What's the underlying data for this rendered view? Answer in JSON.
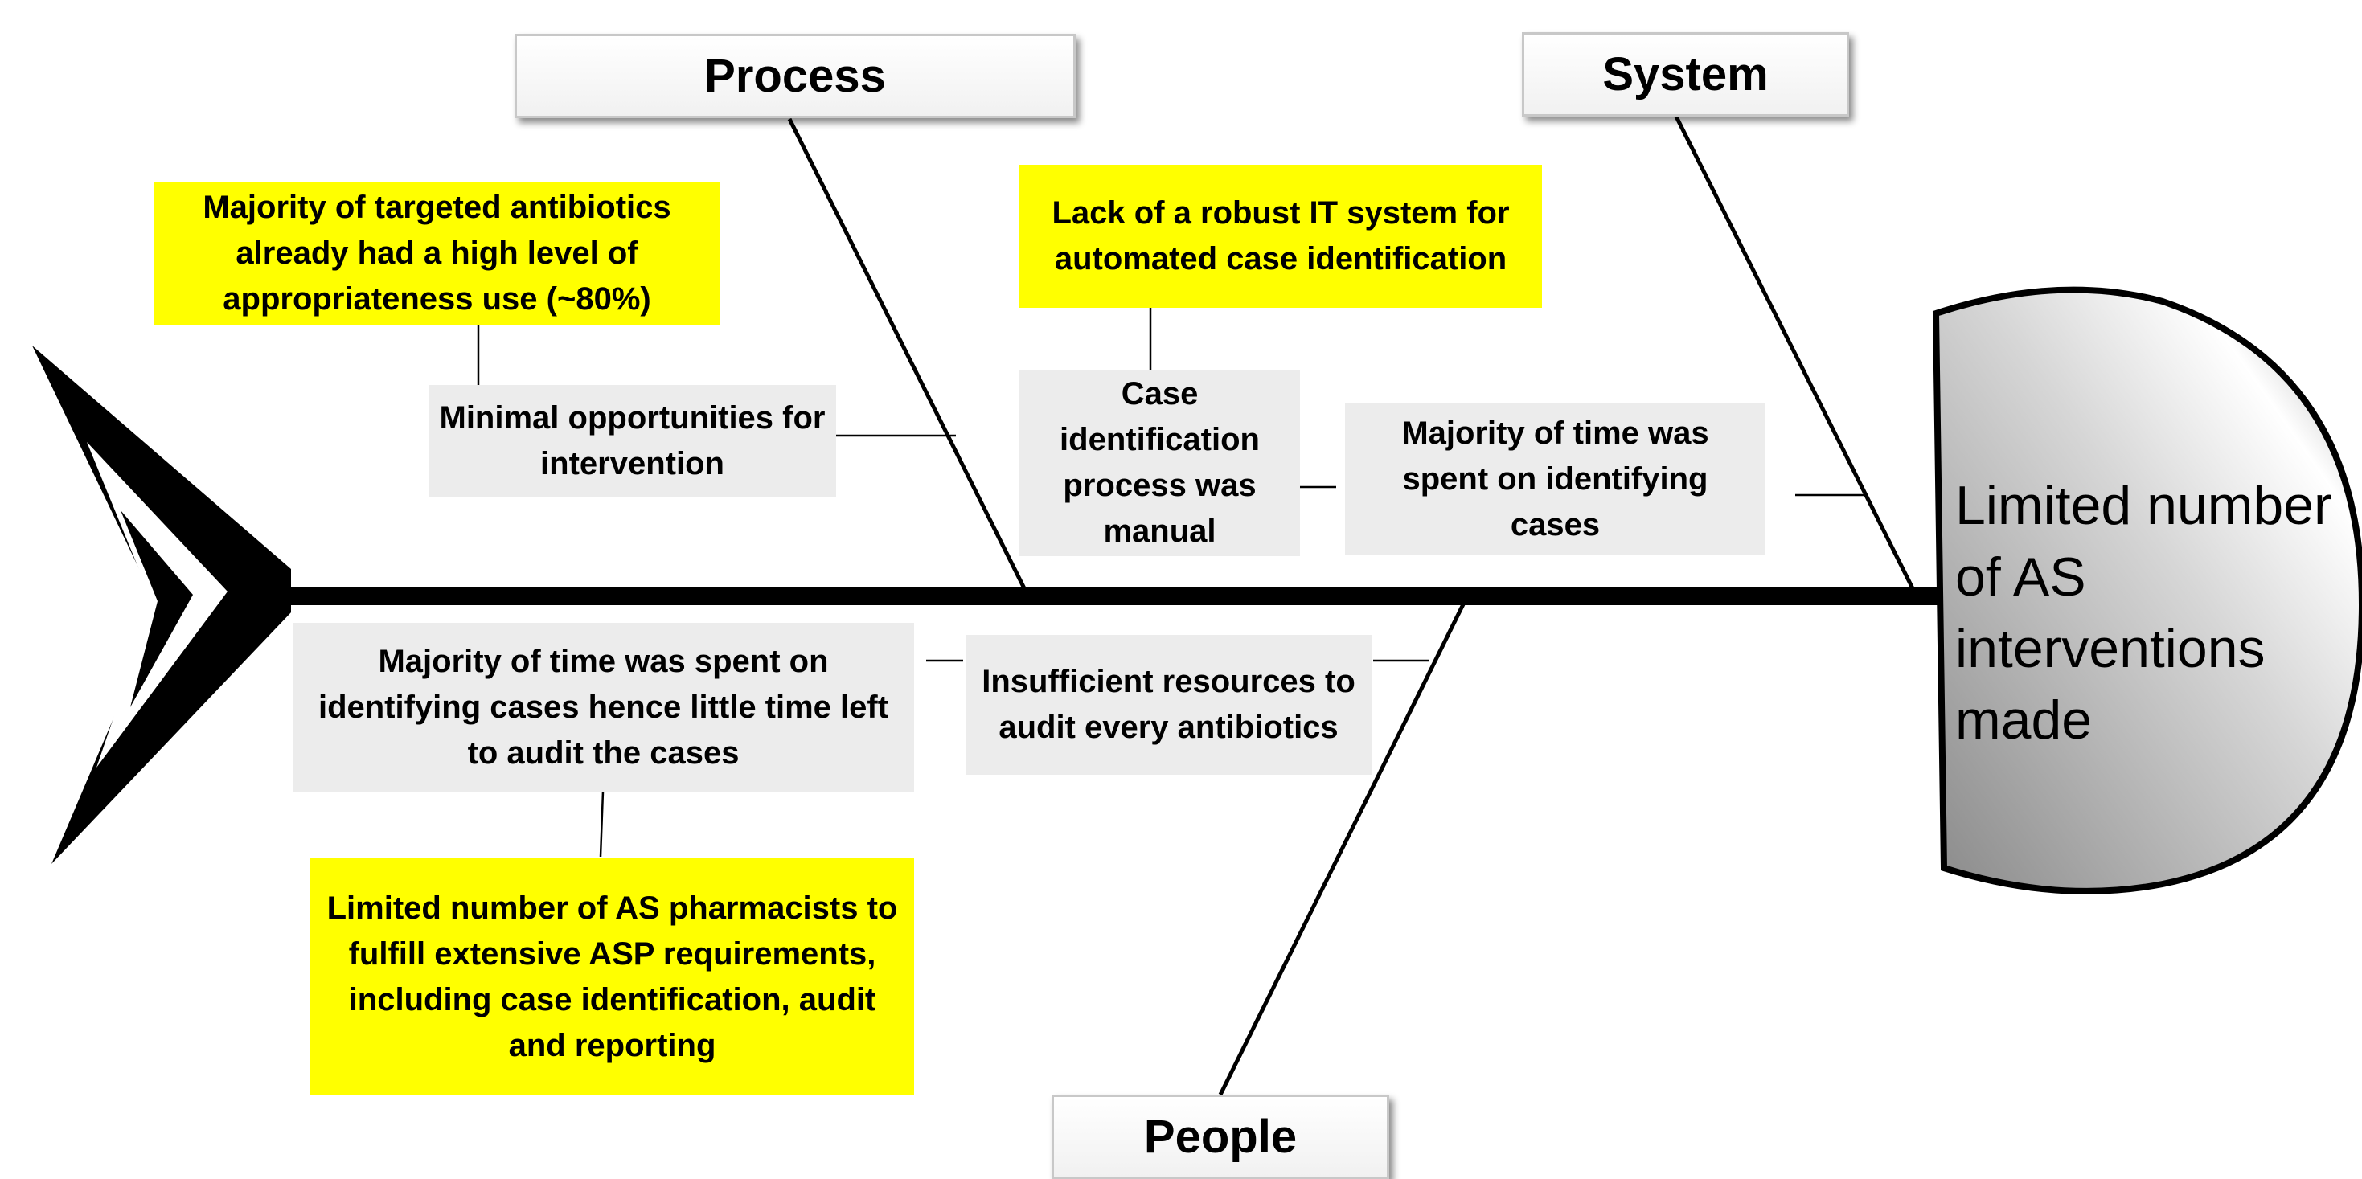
{
  "categories": {
    "process": "Process",
    "system": "System",
    "people": "People"
  },
  "effect": "Limited number of AS interventions made",
  "causes": {
    "targeted_antibiotics": "Majority of targeted antibiotics already had a high level of appropriateness use (~80%)",
    "minimal_opportunities": "Minimal opportunities for intervention",
    "lack_it_system": "Lack of a robust IT system for automated case identification",
    "manual_process": "Case identification process was manual",
    "time_identifying": "Majority of time was spent on identifying cases",
    "little_time_audit": "Majority of time was spent on identifying cases hence little time left to audit the cases",
    "insufficient_resources": "Insufficient resources to audit every antibiotics",
    "limited_pharmacists": "Limited number of AS pharmacists to fulfill extensive ASP requirements, including case identification, audit and reporting"
  },
  "colors": {
    "highlight": "#ffff00",
    "note_bg": "#ececec",
    "spine": "#000000",
    "head_gradient_light": "#ffffff",
    "head_gradient_dark": "#8a8a8a"
  }
}
